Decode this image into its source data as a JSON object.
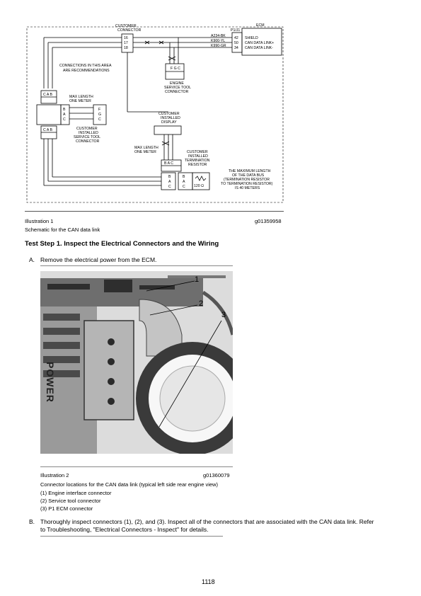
{
  "schematic": {
    "labels": {
      "customer_connector": [
        "CUSTOMER",
        "CONNECTOR"
      ],
      "ecm": "ECM",
      "p1_j1": "P1/J1",
      "pins_left": [
        "16",
        "17",
        "18"
      ],
      "wires": [
        "A234-BK",
        "K900-YL",
        "K990-GR"
      ],
      "pins_ecm": [
        "42",
        "50",
        "34"
      ],
      "ecm_signals": [
        "SHIELD",
        "CAN DATA LINK+",
        "CAN DATA LINK-"
      ],
      "connections_note": [
        "CONNECTIONS IN THIS AREA",
        "ARE RECOMMENDATIONS"
      ],
      "engine_service_tool": [
        "ENGINE",
        "SERVICE TOOL",
        "CONNECTOR"
      ],
      "svc_pins": "F G C",
      "max_length_1": [
        "MAX LENGTH",
        "ONE METER"
      ],
      "cab_top": "C A B",
      "cab_bottom": "C A B",
      "left_pins": [
        "B",
        "A",
        "C"
      ],
      "right_pins": [
        "F",
        "G",
        "C"
      ],
      "customer_svc_tool": [
        "CUSTOMER",
        "INSTALLED",
        "SERVICE TOOL",
        "CONNECTOR"
      ],
      "customer_display": [
        "CUSTOMER",
        "INSTALLED",
        "DISPLAY"
      ],
      "max_length_2": [
        "MAX LENGTH",
        "ONE METER"
      ],
      "termination_resistor": [
        "CUSTOMER",
        "INSTALLED",
        "TERMINATION",
        "RESISTOR"
      ],
      "bac": "B A C",
      "term_left": [
        "B",
        "A",
        "C"
      ],
      "term_right": [
        "B",
        "A",
        "C"
      ],
      "resistor_value": "120 Ω",
      "max_length_bus": [
        "THE MAXIMUM LENGTH",
        "OF THE DATA BUS",
        "(TERMINATION RESISTOR",
        "TO TERMINATION RESISTOR)",
        "IS 40 METERS"
      ]
    }
  },
  "illustration1": {
    "label": "Illustration 1",
    "code": "g01359958",
    "caption": "Schematic for the CAN data link"
  },
  "heading": "Test Step 1. Inspect the Electrical Connectors and the Wiring",
  "step_a": {
    "letter": "A.",
    "text": "Remove the electrical power from the ECM."
  },
  "photo": {
    "callouts": [
      "1",
      "2",
      "3"
    ],
    "lettering": "POWER"
  },
  "illustration2": {
    "label": "Illustration 2",
    "code": "g01360079",
    "caption": "Connector locations for the CAN data link (typical left side rear engine view)",
    "items": [
      "(1) Engine interface connector",
      "(2) Service tool connector",
      "(3) P1 ECM connector"
    ]
  },
  "step_b": {
    "letter": "B.",
    "line1": "Thoroughly inspect connectors (1), (2), and (3). Inspect all of the connectors that are associated with the CAN data link. Refer",
    "line2": "to Troubleshooting, \"Electrical Connectors - Inspect\" for details."
  },
  "page_number": "1118"
}
